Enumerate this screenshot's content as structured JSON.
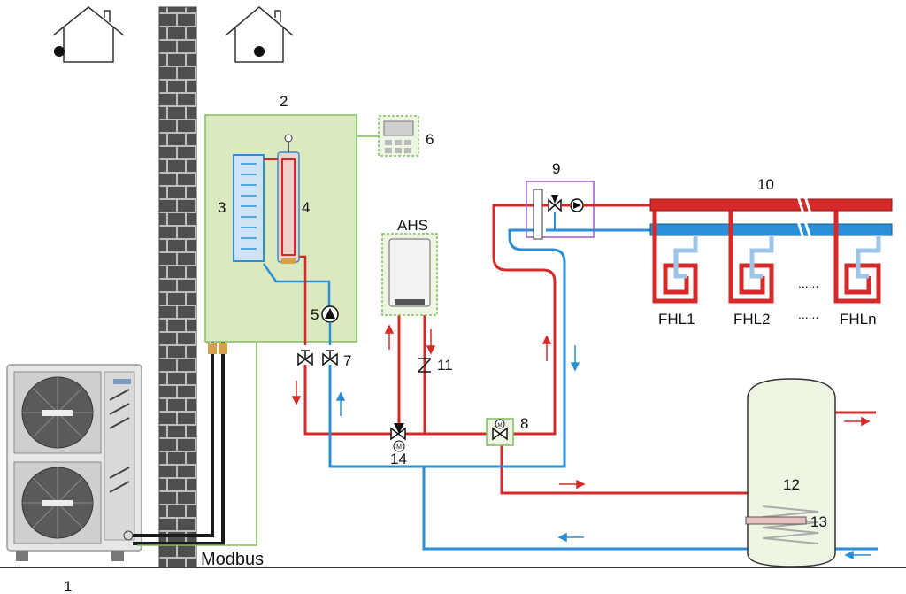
{
  "labels": {
    "n1": "1",
    "n2": "2",
    "n3": "3",
    "n4": "4",
    "n5": "5",
    "n6": "6",
    "n7": "7",
    "n8": "8",
    "n9": "9",
    "n10": "10",
    "n11": "11",
    "n12": "12",
    "n13": "13",
    "n14": "14",
    "ahs": "AHS",
    "modbus": "Modbus",
    "fhl1": "FHL1",
    "fhl2": "FHL2",
    "fhln": "FHLn",
    "dots_top": "......",
    "dots_bottom": "......",
    "motor_m": "M"
  },
  "colors": {
    "supply": "#d62a2a",
    "return": "#2a8fd6",
    "refrigerant": "#1a1a1a",
    "module_fill": "#dbe9c0",
    "module_border": "#7cc05a",
    "manifold_border": "#9b5fc8",
    "wall": "#5a5a5a"
  },
  "icons": {
    "house": "house-icon",
    "outdoor_unit": "heat-pump-outdoor-unit-icon",
    "controller": "wired-controller-icon",
    "boiler": "auxiliary-heat-source-icon",
    "tank": "hot-water-tank-icon"
  }
}
